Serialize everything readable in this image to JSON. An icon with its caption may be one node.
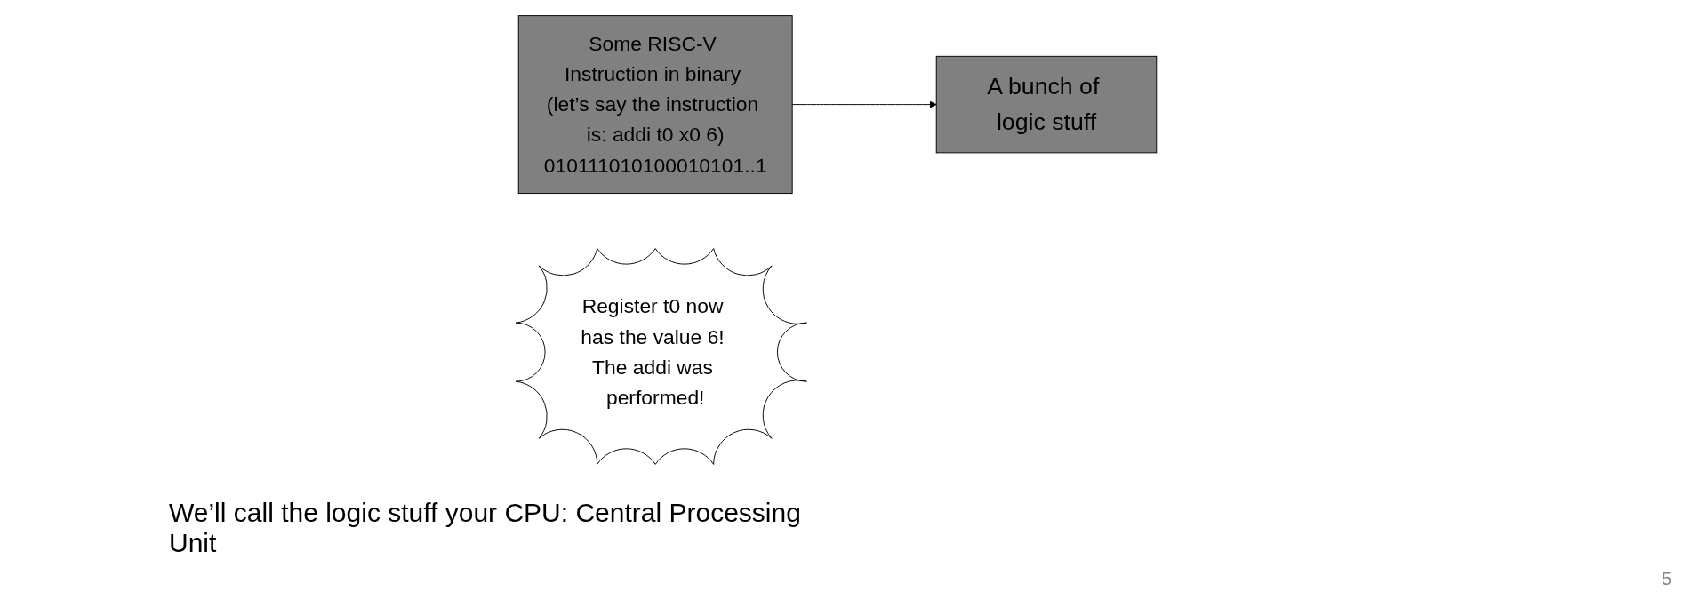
{
  "diagram": {
    "nodes": [
      {
        "text": [
          "Some RISC-V Instruction in binary (let’s say the instruction is: addi t0 x0 6)",
          "010111010100010101..1"
        ]
      },
      {
        "text": [
          "A bunch of logic stuff"
        ]
      },
      {
        "text": [
          "Register t0 now has the value 6! The addi was performed!"
        ]
      }
    ],
    "edges": [
      {
        "from": 0,
        "to": 1,
        "arrow": "to"
      }
    ],
    "labels": [
      "We’ll call the logic stuff your CPU: Central Processing Unit",
      "5"
    ]
  }
}
